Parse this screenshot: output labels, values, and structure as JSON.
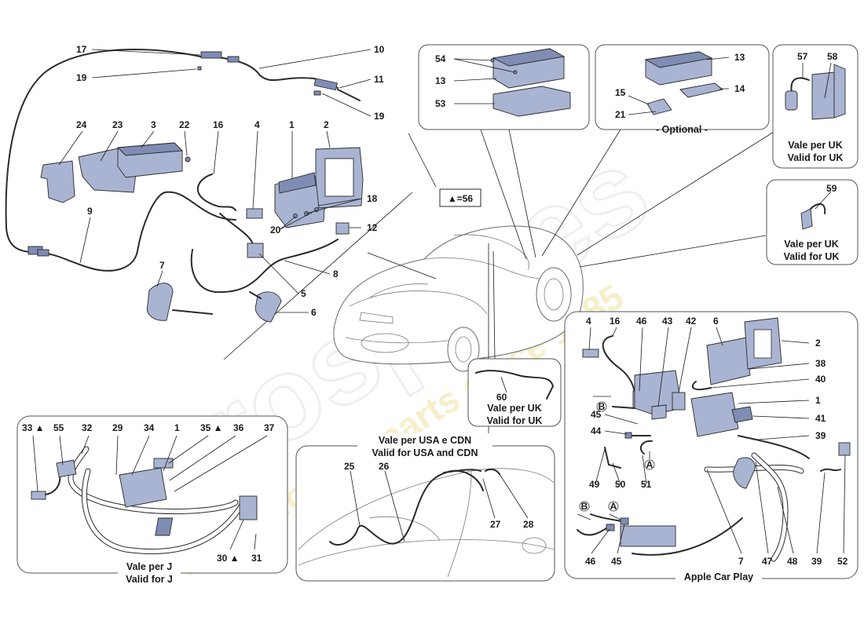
{
  "watermark": {
    "brand": "eurospares",
    "tagline": "a passion for parts since 1985"
  },
  "captions": {
    "uk_top_it": "Vale per UK",
    "uk_top_en": "Valid for UK",
    "uk_mid_it": "Vale per UK",
    "uk_mid_en": "Valid for UK",
    "uk_60_it": "Vale per UK",
    "uk_60_en": "Valid for UK",
    "optional": "- Optional -",
    "triangle_note": "▲=56",
    "usa_it": "Vale per USA e CDN",
    "usa_en": "Valid for USA and CDN",
    "j_it": "Vale per J",
    "j_en": "Valid for J",
    "apple": "Apple Car Play"
  },
  "callouts": {
    "main": [
      "17",
      "10",
      "11",
      "19",
      "19",
      "24",
      "23",
      "3",
      "22",
      "16",
      "4",
      "1",
      "2",
      "18",
      "20",
      "12",
      "9",
      "8",
      "7",
      "5",
      "6"
    ],
    "box_top": [
      "54",
      "13",
      "53"
    ],
    "box_optional": [
      "13",
      "14",
      "15",
      "21"
    ],
    "box_uk": [
      "57",
      "58"
    ],
    "box_uk2": [
      "59"
    ],
    "box_60": [
      "60"
    ],
    "box_j": [
      "33 ▲",
      "55",
      "32",
      "29",
      "34",
      "1",
      "35 ▲",
      "36",
      "37",
      "30 ▲",
      "31"
    ],
    "box_usa": [
      "25",
      "26",
      "27",
      "28"
    ],
    "box_apple": [
      "4",
      "16",
      "46",
      "43",
      "42",
      "6",
      "2",
      "38",
      "40",
      "1",
      "41",
      "39",
      "45",
      "44",
      "49",
      "50",
      "51",
      "7",
      "47",
      "48",
      "39",
      "52",
      "46",
      "45"
    ],
    "circled": [
      "B",
      "A",
      "B",
      "A"
    ]
  }
}
